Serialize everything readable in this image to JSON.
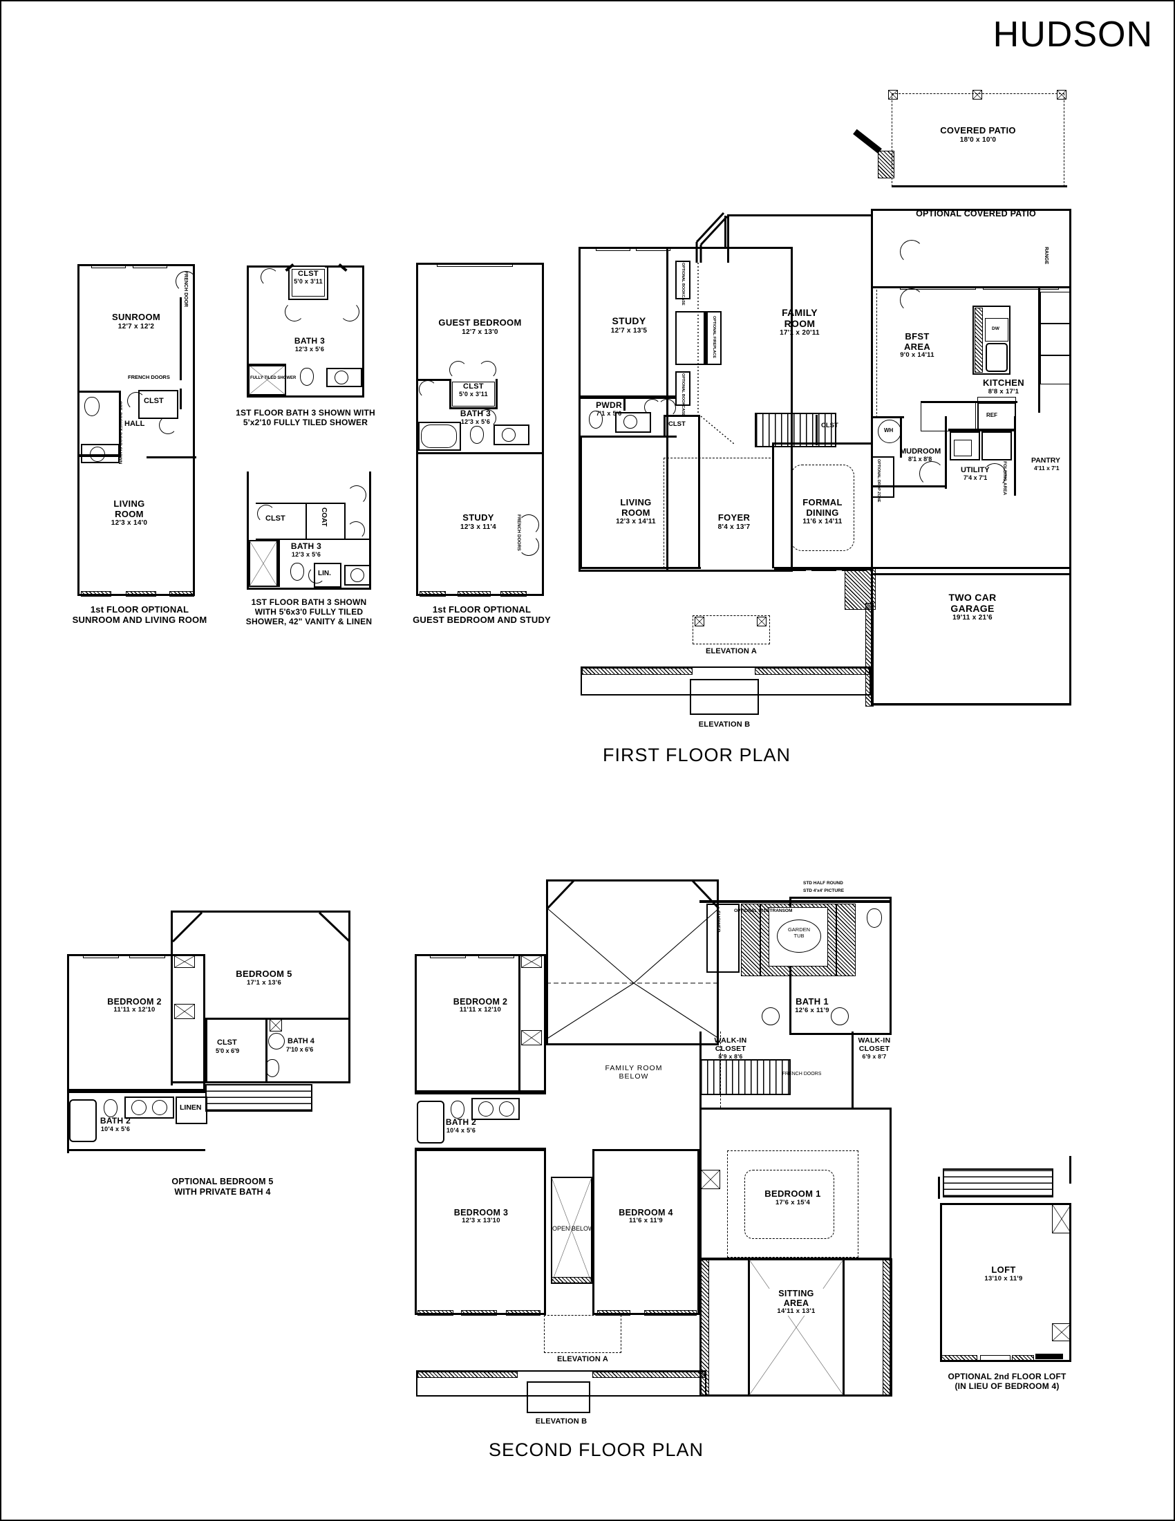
{
  "sheet": {
    "plan_title": "HUDSON",
    "first_floor_title": "FIRST FLOOR PLAN",
    "second_floor_title": "SECOND FLOOR PLAN"
  },
  "first_floor": {
    "rooms": [
      {
        "name": "STUDY",
        "dim": "12'7 x 13'5"
      },
      {
        "name": "FAMILY\nROOM",
        "dim": "17'1 x 20'11"
      },
      {
        "name": "BFST\nAREA",
        "dim": "9'0 x 14'11"
      },
      {
        "name": "KITCHEN",
        "dim": "8'8 x 17'1"
      },
      {
        "name": "PWDR",
        "dim": "7'1 x 5'6"
      },
      {
        "name": "LIVING\nROOM",
        "dim": "12'3 x 14'11"
      },
      {
        "name": "FOYER",
        "dim": "8'4 x 13'7"
      },
      {
        "name": "FORMAL\nDINING",
        "dim": "11'6 x 14'11"
      },
      {
        "name": "MUDROOM",
        "dim": "8'1 x 8'8"
      },
      {
        "name": "UTILITY",
        "dim": "7'4 x 7'1"
      },
      {
        "name": "PANTRY",
        "dim": "4'11 x 7'1"
      },
      {
        "name": "TWO CAR\nGARAGE",
        "dim": "19'11 x 21'6"
      }
    ],
    "labels": {
      "study_name": "STUDY",
      "study_dim": "12'7 x 13'5",
      "family_name1": "FAMILY",
      "family_name2": "ROOM",
      "family_dim": "17'1 x 20'11",
      "bfst_name1": "BFST",
      "bfst_name2": "AREA",
      "bfst_dim": "9'0 x 14'11",
      "kitchen_name": "KITCHEN",
      "kitchen_dim": "8'8 x 17'1",
      "pwdr_name": "PWDR",
      "pwdr_dim": "7'1 x 5'6",
      "living_name1": "LIVING",
      "living_name2": "ROOM",
      "living_dim": "12'3 x 14'11",
      "foyer_name": "FOYER",
      "foyer_dim": "8'4 x 13'7",
      "dining_name1": "FORMAL",
      "dining_name2": "DINING",
      "dining_dim": "11'6 x 14'11",
      "mudroom_name": "MUDROOM",
      "mudroom_dim": "8'1 x 8'8",
      "utility_name": "UTILITY",
      "utility_dim": "7'4 x 7'1",
      "pantry_name": "PANTRY",
      "pantry_dim": "4'11 x 7'1",
      "garage_name1": "TWO CAR",
      "garage_name2": "GARAGE",
      "garage_dim": "19'11 x 21'6",
      "clst_a": "CLST",
      "clst_b": "CLST",
      "wh": "WH",
      "ref": "REF",
      "range": "RANGE",
      "dw": "DW",
      "folding_area": "FOLDING AREA",
      "opt_bookcase_1": "OPTIONAL BOOKCASE",
      "opt_bookcase_2": "OPTIONAL BOOKCASE",
      "opt_fireplace": "OPTIONAL FIREPLACE",
      "opt_drop_zone": "OPTIONAL DROP ZONE",
      "elevation_a": "ELEVATION A",
      "elevation_b": "ELEVATION B"
    },
    "covered_patio": {
      "name": "COVERED PATIO",
      "dim": "18'0 x 10'0",
      "caption": "OPTIONAL COVERED PATIO"
    }
  },
  "optional_sunroom": {
    "caption_line1": "1st FLOOR OPTIONAL",
    "caption_line2": "SUNROOM AND LIVING ROOM",
    "rooms": [
      {
        "name": "SUNROOM",
        "dim": "12'7 x 12'2"
      },
      {
        "name": "LIVING ROOM",
        "dim": "12'3 x 14'0"
      }
    ],
    "labels": {
      "sunroom_name": "SUNROOM",
      "sunroom_dim": "12'7 x 12'2",
      "living_name1": "LIVING",
      "living_name2": "ROOM",
      "living_dim": "12'3 x 14'0",
      "hall": "HALL",
      "clst": "CLST",
      "french_door": "FRENCH DOOR",
      "french_doors": "FRENCH DOORS",
      "opt_pocket": "OPT. POCKET DOOR SHOWN"
    }
  },
  "optional_bath3_a": {
    "caption_line1": "1ST FLOOR BATH 3 SHOWN WITH",
    "caption_line2": "5'x2'10 FULLY TILED SHOWER",
    "labels": {
      "clst_name": "CLST",
      "clst_dim": "5'0 x 3'11",
      "bath_name": "BATH 3",
      "bath_dim": "12'3 x 5'6",
      "shower": "FULLY TILED SHOWER"
    }
  },
  "optional_bath3_b": {
    "caption_line1": "1ST FLOOR BATH 3 SHOWN",
    "caption_line2": "WITH 5'6x3'0 FULLY TILED",
    "caption_line3": "SHOWER, 42\" VANITY & LINEN",
    "labels": {
      "clst_name": "CLST",
      "coat": "COAT",
      "bath_name": "BATH 3",
      "bath_dim": "12'3 x 5'6",
      "lin": "LIN."
    }
  },
  "optional_guest": {
    "caption_line1": "1st FLOOR OPTIONAL",
    "caption_line2": "GUEST BEDROOM AND STUDY",
    "labels": {
      "guest_name": "GUEST BEDROOM",
      "guest_dim": "12'7 x 13'0",
      "clst_name": "CLST",
      "clst_dim": "5'0 x 3'11",
      "bath_name": "BATH 3",
      "bath_dim": "12'3 x 5'6",
      "study_name": "STUDY",
      "study_dim": "12'3 x 11'4",
      "french_doors": "FRENCH DOORS"
    }
  },
  "second_floor": {
    "rooms": [
      {
        "name": "BEDROOM 2",
        "dim": "11'11 x 12'10"
      },
      {
        "name": "BATH 2",
        "dim": "10'4 x 5'6"
      },
      {
        "name": "BEDROOM 3",
        "dim": "12'3 x 13'10"
      },
      {
        "name": "BEDROOM 4",
        "dim": "11'6 x 11'9"
      },
      {
        "name": "BATH 1",
        "dim": "12'6 x 11'9"
      },
      {
        "name": "WALK-IN CLOSET",
        "dim": "8'9 x 8'6"
      },
      {
        "name": "WALK-IN CLOSET",
        "dim": "6'9 x 8'7"
      },
      {
        "name": "BEDROOM 1",
        "dim": "17'6 x 15'4"
      },
      {
        "name": "SITTING AREA",
        "dim": "14'11 x 13'1"
      }
    ],
    "labels": {
      "bed2_name": "BEDROOM 2",
      "bed2_dim": "11'11 x 12'10",
      "bath2_name": "BATH 2",
      "bath2_dim": "10'4 x 5'6",
      "bed3_name": "BEDROOM 3",
      "bed3_dim": "12'3 x 13'10",
      "bed4_name": "BEDROOM 4",
      "bed4_dim": "11'6 x 11'9",
      "bath1_name": "BATH 1",
      "bath1_dim": "12'6 x 11'9",
      "wic_l_name1": "WALK-IN",
      "wic_l_name2": "CLOSET",
      "wic_l_dim": "8'9 x 8'6",
      "wic_r_name1": "WALK-IN",
      "wic_r_name2": "CLOSET",
      "wic_r_dim": "6'9 x 8'7",
      "bed1_name": "BEDROOM 1",
      "bed1_dim": "17'6 x 15'4",
      "sitting_name1": "SITTING",
      "sitting_name2": "AREA",
      "sitting_dim": "14'11 x 13'1",
      "family_below1": "FAMILY  ROOM",
      "family_below2": "BELOW",
      "open_below": "OPEN BELOW",
      "garden_tub1": "GARDEN",
      "garden_tub2": "TUB",
      "shower": "SHOWER",
      "french_doors": "FRENCH DOORS",
      "opt_transom": "OPTIONAL 3010 TRANSOM",
      "std_half_round": "STD HALF ROUND",
      "std_picture": "STD 4'x4' PICTURE",
      "elevation_a": "ELEVATION A",
      "elevation_b": "ELEVATION B"
    }
  },
  "optional_bed5": {
    "caption_line1": "OPTIONAL BEDROOM 5",
    "caption_line2": "WITH PRIVATE BATH 4",
    "labels": {
      "bed2_name": "BEDROOM 2",
      "bed2_dim": "11'11 x 12'10",
      "bed5_name": "BEDROOM 5",
      "bed5_dim": "17'1 x 13'6",
      "bath2_name": "BATH 2",
      "bath2_dim": "10'4 x 5'6",
      "linen": "LINEN",
      "clst_name": "CLST",
      "clst_dim": "5'0 x 6'9",
      "bath4_name": "BATH 4",
      "bath4_dim": "7'10 x 6'6"
    }
  },
  "optional_loft": {
    "caption_line1": "OPTIONAL 2nd FLOOR LOFT",
    "caption_line2": "(IN LIEU OF BEDROOM 4)",
    "labels": {
      "loft_name": "LOFT",
      "loft_dim": "13'10 x 11'9"
    }
  }
}
